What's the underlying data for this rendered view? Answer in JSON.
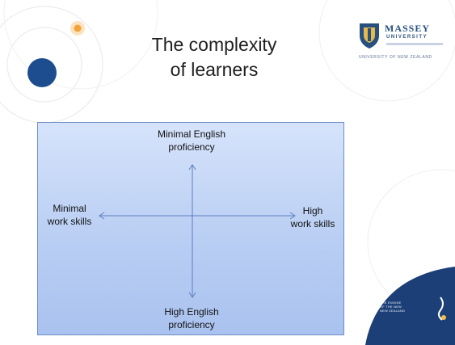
{
  "slide": {
    "title_line1": "The complexity",
    "title_line2": "of learners"
  },
  "logo": {
    "wordmark": "MASSEY",
    "subword": "UNIVERSITY",
    "tagline": "UNIVERSITY OF NEW ZEALAND",
    "shield_color": "#27507f"
  },
  "diagram": {
    "top_label": "Minimal English\nproficiency",
    "bottom_label": "High English\nproficiency",
    "left_label": "Minimal\nwork skills",
    "right_label": "High\nwork skills"
  },
  "corner_badge": {
    "lines": [
      "THE ENGINE",
      "OF THE NEW",
      "NEW ZEALAND"
    ],
    "background": "#1c3f78"
  },
  "colors": {
    "accent_orange": "#f2a33a",
    "accent_navy": "#1d4d8f",
    "box_border": "#6f8fc6",
    "arrow": "#5a7fc0"
  }
}
